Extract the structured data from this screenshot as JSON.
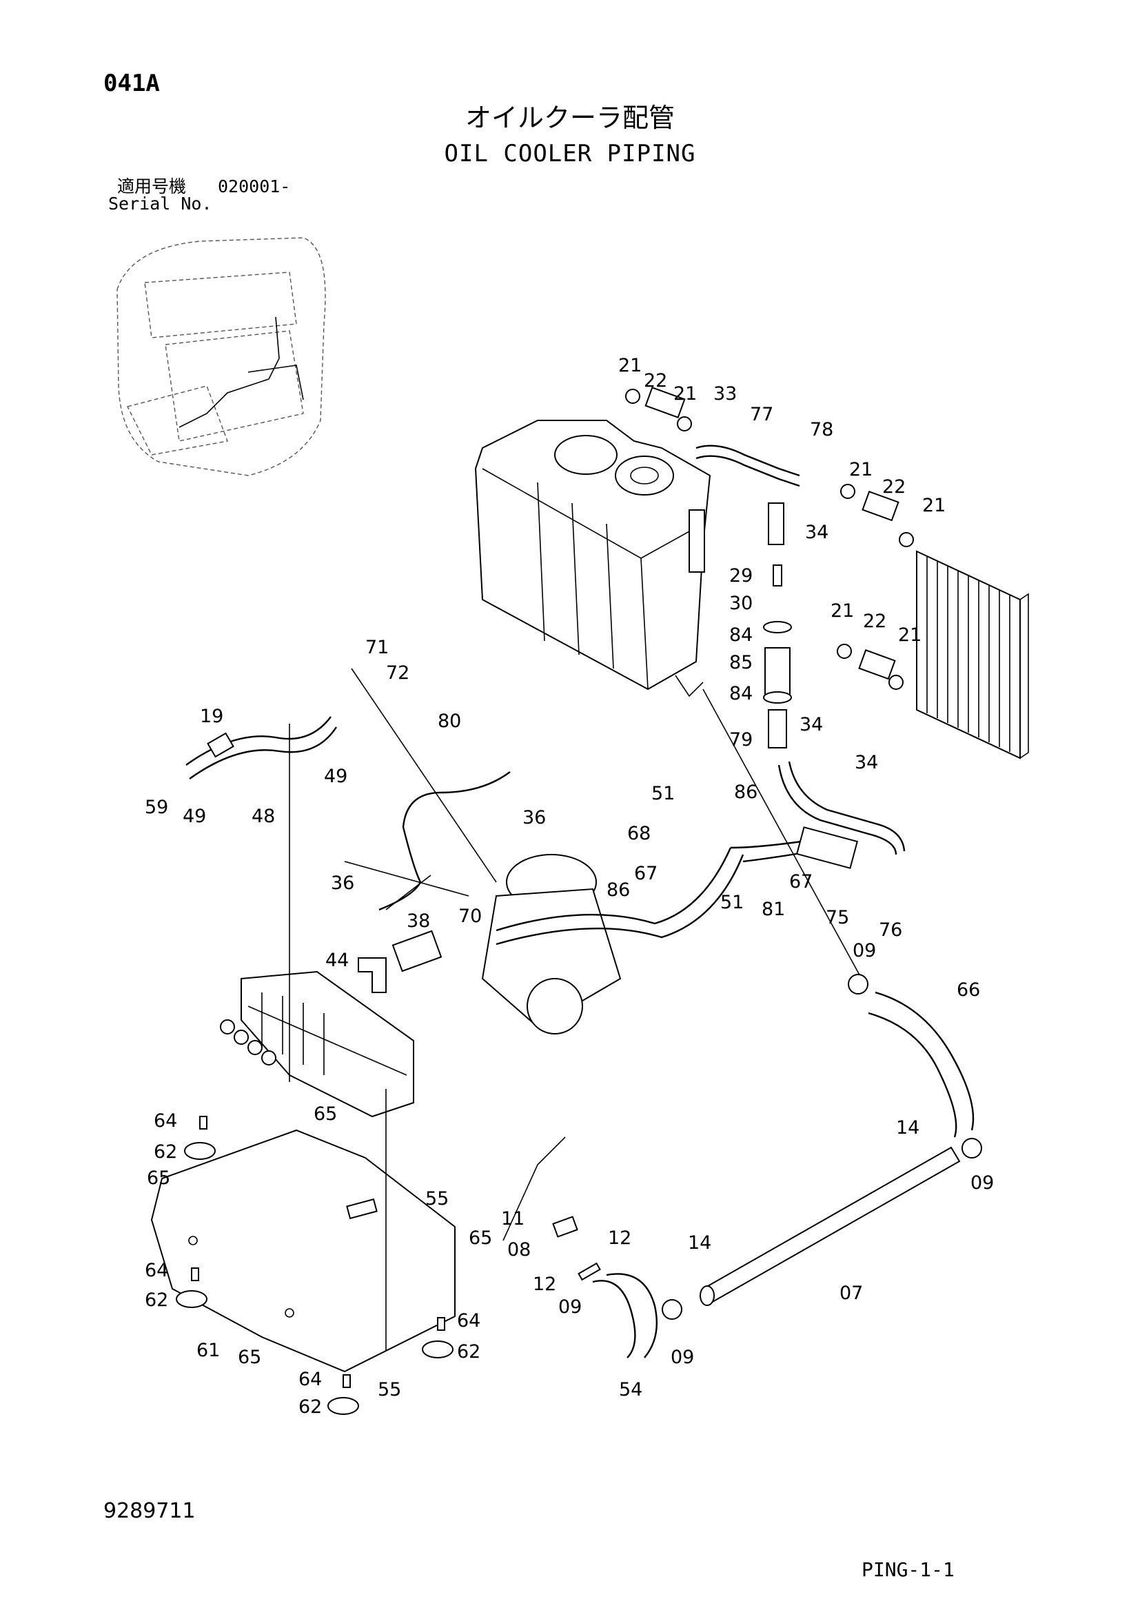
{
  "header": {
    "page_code": "041A",
    "title_japanese": "オイルクーラ配管",
    "title_english": "OIL COOLER PIPING",
    "serial_label_japanese": "適用号機",
    "serial_value": "020001-",
    "serial_label_english": "Serial No."
  },
  "footer": {
    "document_number": "9289711",
    "sheet_id": "PING-1-1"
  },
  "callouts": [
    {
      "id": "c21a",
      "label": "21"
    },
    {
      "id": "c22a",
      "label": "22"
    },
    {
      "id": "c21b",
      "label": "21"
    },
    {
      "id": "c33",
      "label": "33"
    },
    {
      "id": "c77",
      "label": "77"
    },
    {
      "id": "c78",
      "label": "78"
    },
    {
      "id": "c21c",
      "label": "21"
    },
    {
      "id": "c22b",
      "label": "22"
    },
    {
      "id": "c21d",
      "label": "21"
    },
    {
      "id": "c34a",
      "label": "34"
    },
    {
      "id": "c29",
      "label": "29"
    },
    {
      "id": "c30",
      "label": "30"
    },
    {
      "id": "c84a",
      "label": "84"
    },
    {
      "id": "c85",
      "label": "85"
    },
    {
      "id": "c84b",
      "label": "84"
    },
    {
      "id": "c21e",
      "label": "21"
    },
    {
      "id": "c22c",
      "label": "22"
    },
    {
      "id": "c21f",
      "label": "21"
    },
    {
      "id": "c79",
      "label": "79"
    },
    {
      "id": "c34b",
      "label": "34"
    },
    {
      "id": "c34c",
      "label": "34"
    },
    {
      "id": "c71",
      "label": "71"
    },
    {
      "id": "c72",
      "label": "72"
    },
    {
      "id": "c19",
      "label": "19"
    },
    {
      "id": "c80",
      "label": "80"
    },
    {
      "id": "c49a",
      "label": "49"
    },
    {
      "id": "c59",
      "label": "59"
    },
    {
      "id": "c49b",
      "label": "49"
    },
    {
      "id": "c48",
      "label": "48"
    },
    {
      "id": "c36a",
      "label": "36"
    },
    {
      "id": "c51a",
      "label": "51"
    },
    {
      "id": "c68",
      "label": "68"
    },
    {
      "id": "c86a",
      "label": "86"
    },
    {
      "id": "c67a",
      "label": "67"
    },
    {
      "id": "c67b",
      "label": "67"
    },
    {
      "id": "c51b",
      "label": "51"
    },
    {
      "id": "c81",
      "label": "81"
    },
    {
      "id": "c75",
      "label": "75"
    },
    {
      "id": "c76",
      "label": "76"
    },
    {
      "id": "c36b",
      "label": "36"
    },
    {
      "id": "c86b",
      "label": "86"
    },
    {
      "id": "c38",
      "label": "38"
    },
    {
      "id": "c70",
      "label": "70"
    },
    {
      "id": "c44",
      "label": "44"
    },
    {
      "id": "c09a",
      "label": "09"
    },
    {
      "id": "c66",
      "label": "66"
    },
    {
      "id": "c64a",
      "label": "64"
    },
    {
      "id": "c65a",
      "label": "65"
    },
    {
      "id": "c62a",
      "label": "62"
    },
    {
      "id": "c65b",
      "label": "65"
    },
    {
      "id": "c55a",
      "label": "55"
    },
    {
      "id": "c14a",
      "label": "14"
    },
    {
      "id": "c09b",
      "label": "09"
    },
    {
      "id": "c11",
      "label": "11"
    },
    {
      "id": "c65c",
      "label": "65"
    },
    {
      "id": "c08",
      "label": "08"
    },
    {
      "id": "c12a",
      "label": "12"
    },
    {
      "id": "c14b",
      "label": "14"
    },
    {
      "id": "c64b",
      "label": "64"
    },
    {
      "id": "c12b",
      "label": "12"
    },
    {
      "id": "c62b",
      "label": "62"
    },
    {
      "id": "c09c",
      "label": "09"
    },
    {
      "id": "c07",
      "label": "07"
    },
    {
      "id": "c64c",
      "label": "64"
    },
    {
      "id": "c61",
      "label": "61"
    },
    {
      "id": "c62c",
      "label": "62"
    },
    {
      "id": "c09d",
      "label": "09"
    },
    {
      "id": "c65d",
      "label": "65"
    },
    {
      "id": "c64d",
      "label": "64"
    },
    {
      "id": "c55b",
      "label": "55"
    },
    {
      "id": "c62d",
      "label": "62"
    },
    {
      "id": "c54",
      "label": "54"
    }
  ]
}
